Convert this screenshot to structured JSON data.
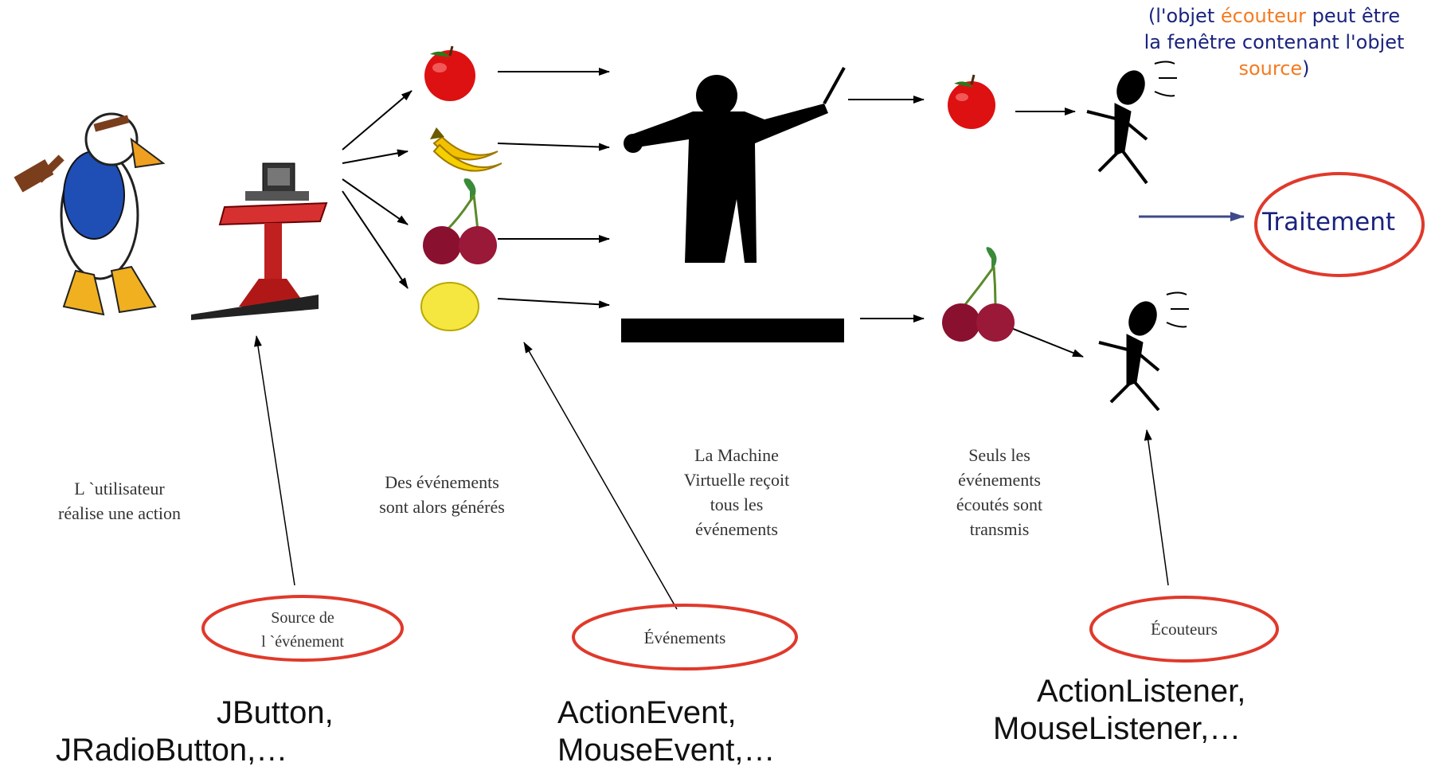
{
  "note": {
    "part1": "(l'objet ",
    "highlight1": "écouteur",
    "part2": " peut être",
    "line2": "la fenêtre contenant l'objet",
    "highlight2": "source",
    "part3": ")"
  },
  "traitement": "Traitement",
  "captions": {
    "user_line1": "L `utilisateur",
    "user_line2": "réalise une action",
    "events_line1": "Des événements",
    "events_line2": "sont alors générés",
    "vm_line1": "La Machine",
    "vm_line2": "Virtuelle reçoit",
    "vm_line3": "tous les",
    "vm_line4": "événements",
    "listened_line1": "Seuls les",
    "listened_line2": "événements",
    "listened_line3": "écoutés sont",
    "listened_line4": "transmis"
  },
  "labels": {
    "source_line1": "Source de",
    "source_line2": "l `événement",
    "evenements": "Événements",
    "ecouteurs": "Écouteurs"
  },
  "examples": {
    "source_line1": "JButton,",
    "source_line2": "JRadioButton,…",
    "events_line1": "ActionEvent,",
    "events_line2": "MouseEvent,…",
    "listeners_line1": "ActionListener,",
    "listeners_line2": "MouseListener,…"
  },
  "colors": {
    "ellipse": "#e0392b",
    "note_text": "#1a237e",
    "highlight": "#f47b20",
    "arrow_blue": "#3f4a8a"
  }
}
